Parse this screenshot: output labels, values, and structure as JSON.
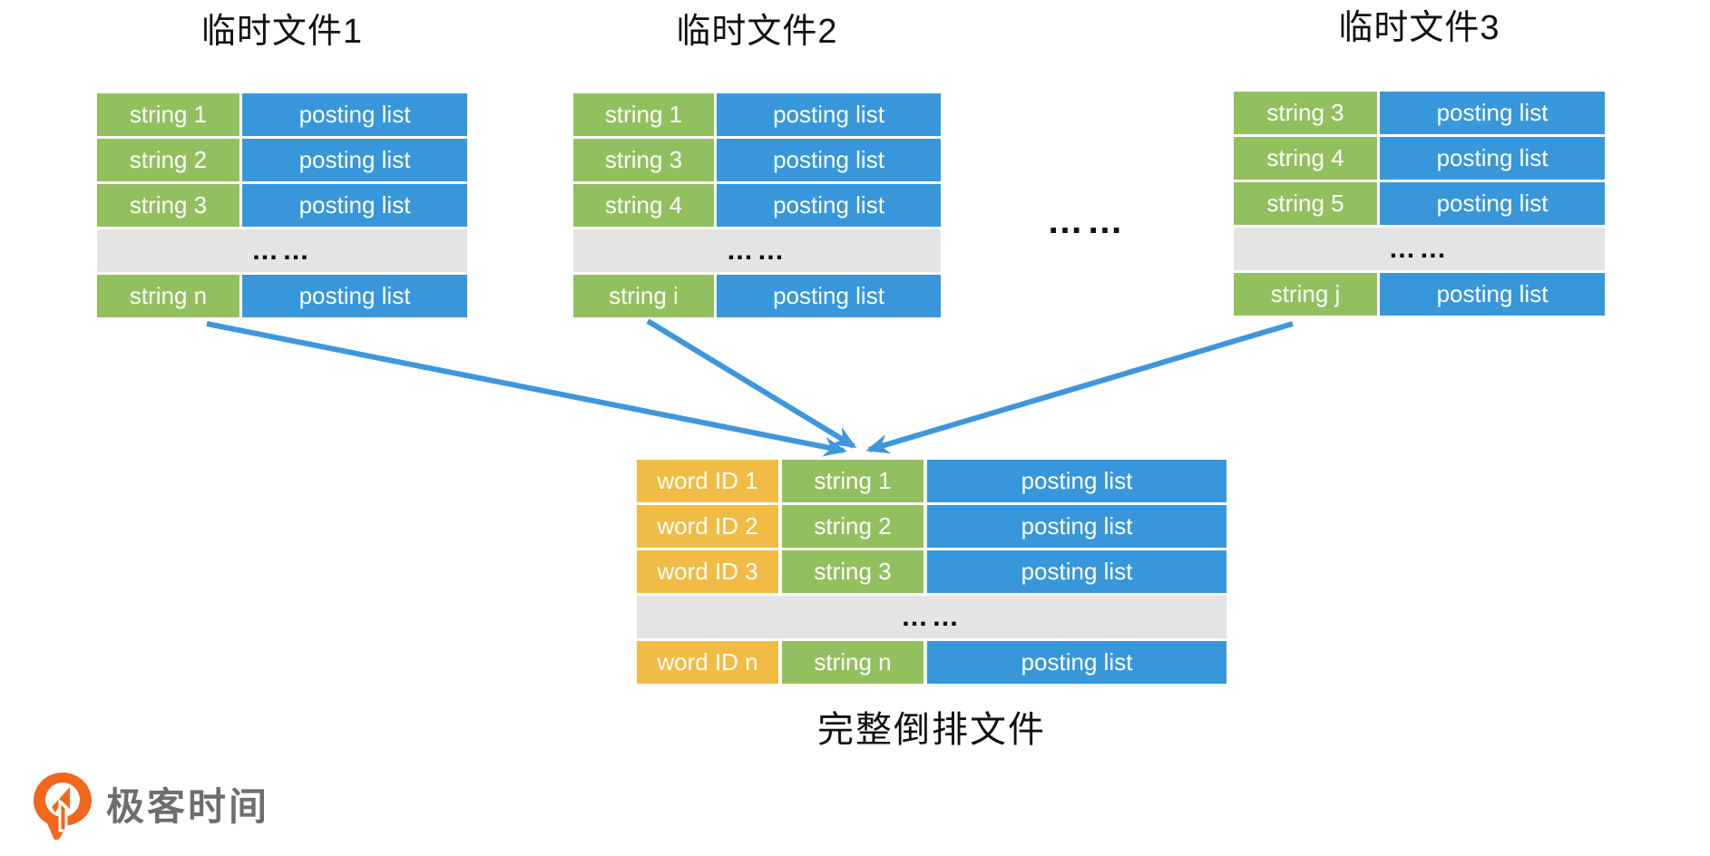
{
  "tables": [
    {
      "title": "临时文件1",
      "rows": [
        {
          "key": "string 1",
          "value": "posting list"
        },
        {
          "key": "string 2",
          "value": "posting list"
        },
        {
          "key": "string 3",
          "value": "posting list"
        },
        {
          "ellipsis": "……"
        },
        {
          "key": "string n",
          "value": "posting list"
        }
      ]
    },
    {
      "title": "临时文件2",
      "rows": [
        {
          "key": "string 1",
          "value": "posting list"
        },
        {
          "key": "string 3",
          "value": "posting list"
        },
        {
          "key": "string 4",
          "value": "posting list"
        },
        {
          "ellipsis": "……"
        },
        {
          "key": "string i",
          "value": "posting list"
        }
      ]
    },
    {
      "title": "临时文件3",
      "rows": [
        {
          "key": "string 3",
          "value": "posting list"
        },
        {
          "key": "string 4",
          "value": "posting list"
        },
        {
          "key": "string 5",
          "value": "posting list"
        },
        {
          "ellipsis": "……"
        },
        {
          "key": "string j",
          "value": "posting list"
        }
      ]
    }
  ],
  "separator_ellipsis": "……",
  "merged_table": {
    "title": "完整倒排文件",
    "rows": [
      {
        "id": "word ID 1",
        "key": "string 1",
        "value": "posting list"
      },
      {
        "id": "word ID 2",
        "key": "string 2",
        "value": "posting list"
      },
      {
        "id": "word ID 3",
        "key": "string 3",
        "value": "posting list"
      },
      {
        "ellipsis": "……"
      },
      {
        "id": "word ID n",
        "key": "string n",
        "value": "posting list"
      }
    ]
  },
  "logo": {
    "text": "极客时间"
  },
  "colors": {
    "term_green": "#93C05F",
    "posting_blue": "#3897DB",
    "word_id_orange": "#F1BC45",
    "ellipsis_gray": "#E4E4E4",
    "arrow_blue": "#3E96DB",
    "title_text": "#111111",
    "cell_text": "#FFFFFF",
    "logo_orange": "#F2661E",
    "logo_text_gray": "#6E6E6E"
  }
}
